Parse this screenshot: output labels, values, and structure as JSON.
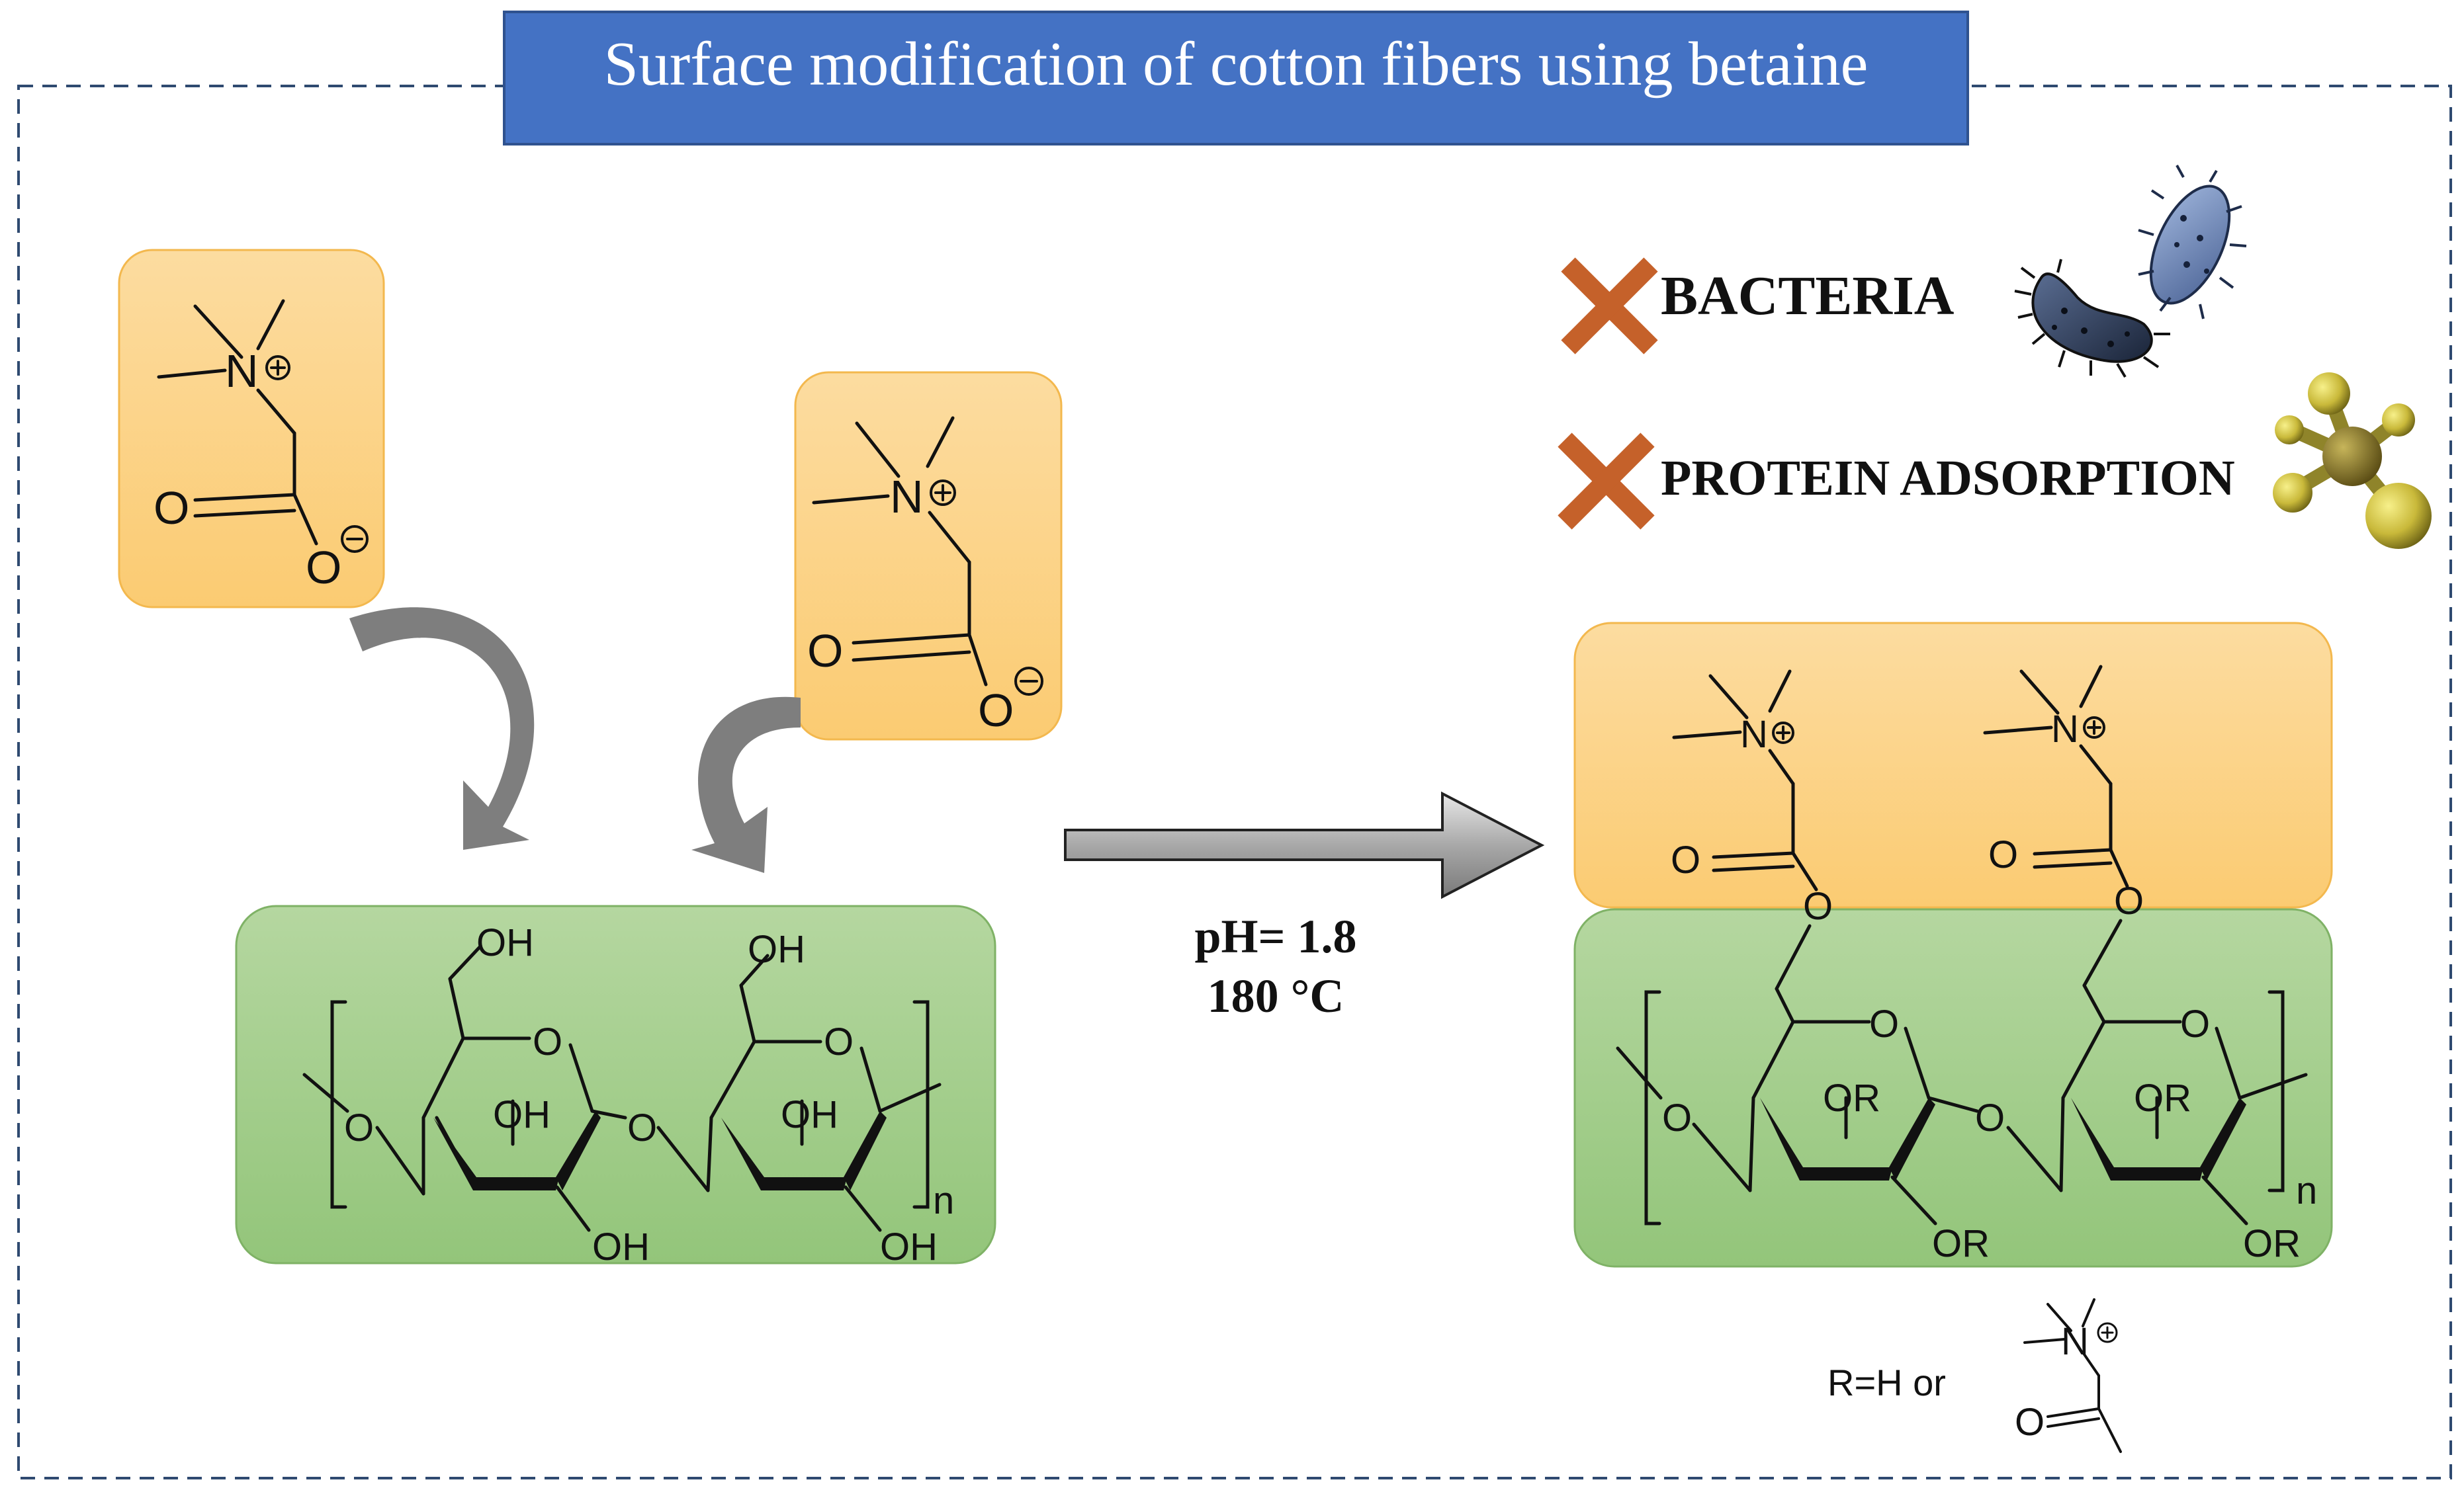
{
  "title": "Surface modification of cotton fibers using betaine",
  "conditions": {
    "ph": "pH= 1.8",
    "temperature": "180 °C"
  },
  "effects": [
    {
      "icon": "cross-icon",
      "label": "BACTERIA",
      "picture": "bacteria-icon"
    },
    {
      "icon": "cross-icon",
      "label": "PROTEIN ADSORPTION",
      "picture": "protein-molecule-icon"
    }
  ],
  "atoms": {
    "N": "N",
    "O": "O",
    "OH": "OH",
    "OR": "OR",
    "n": "n"
  },
  "legend": {
    "r_definition": "R=H or"
  },
  "colors": {
    "title_bg": "#4472C4",
    "betaine_box": "#FCD48C",
    "cellulose_box": "#A8CF8E",
    "cross": "#C5612A",
    "arrow": "#9A9A9A",
    "frame": "#2F4A70"
  }
}
